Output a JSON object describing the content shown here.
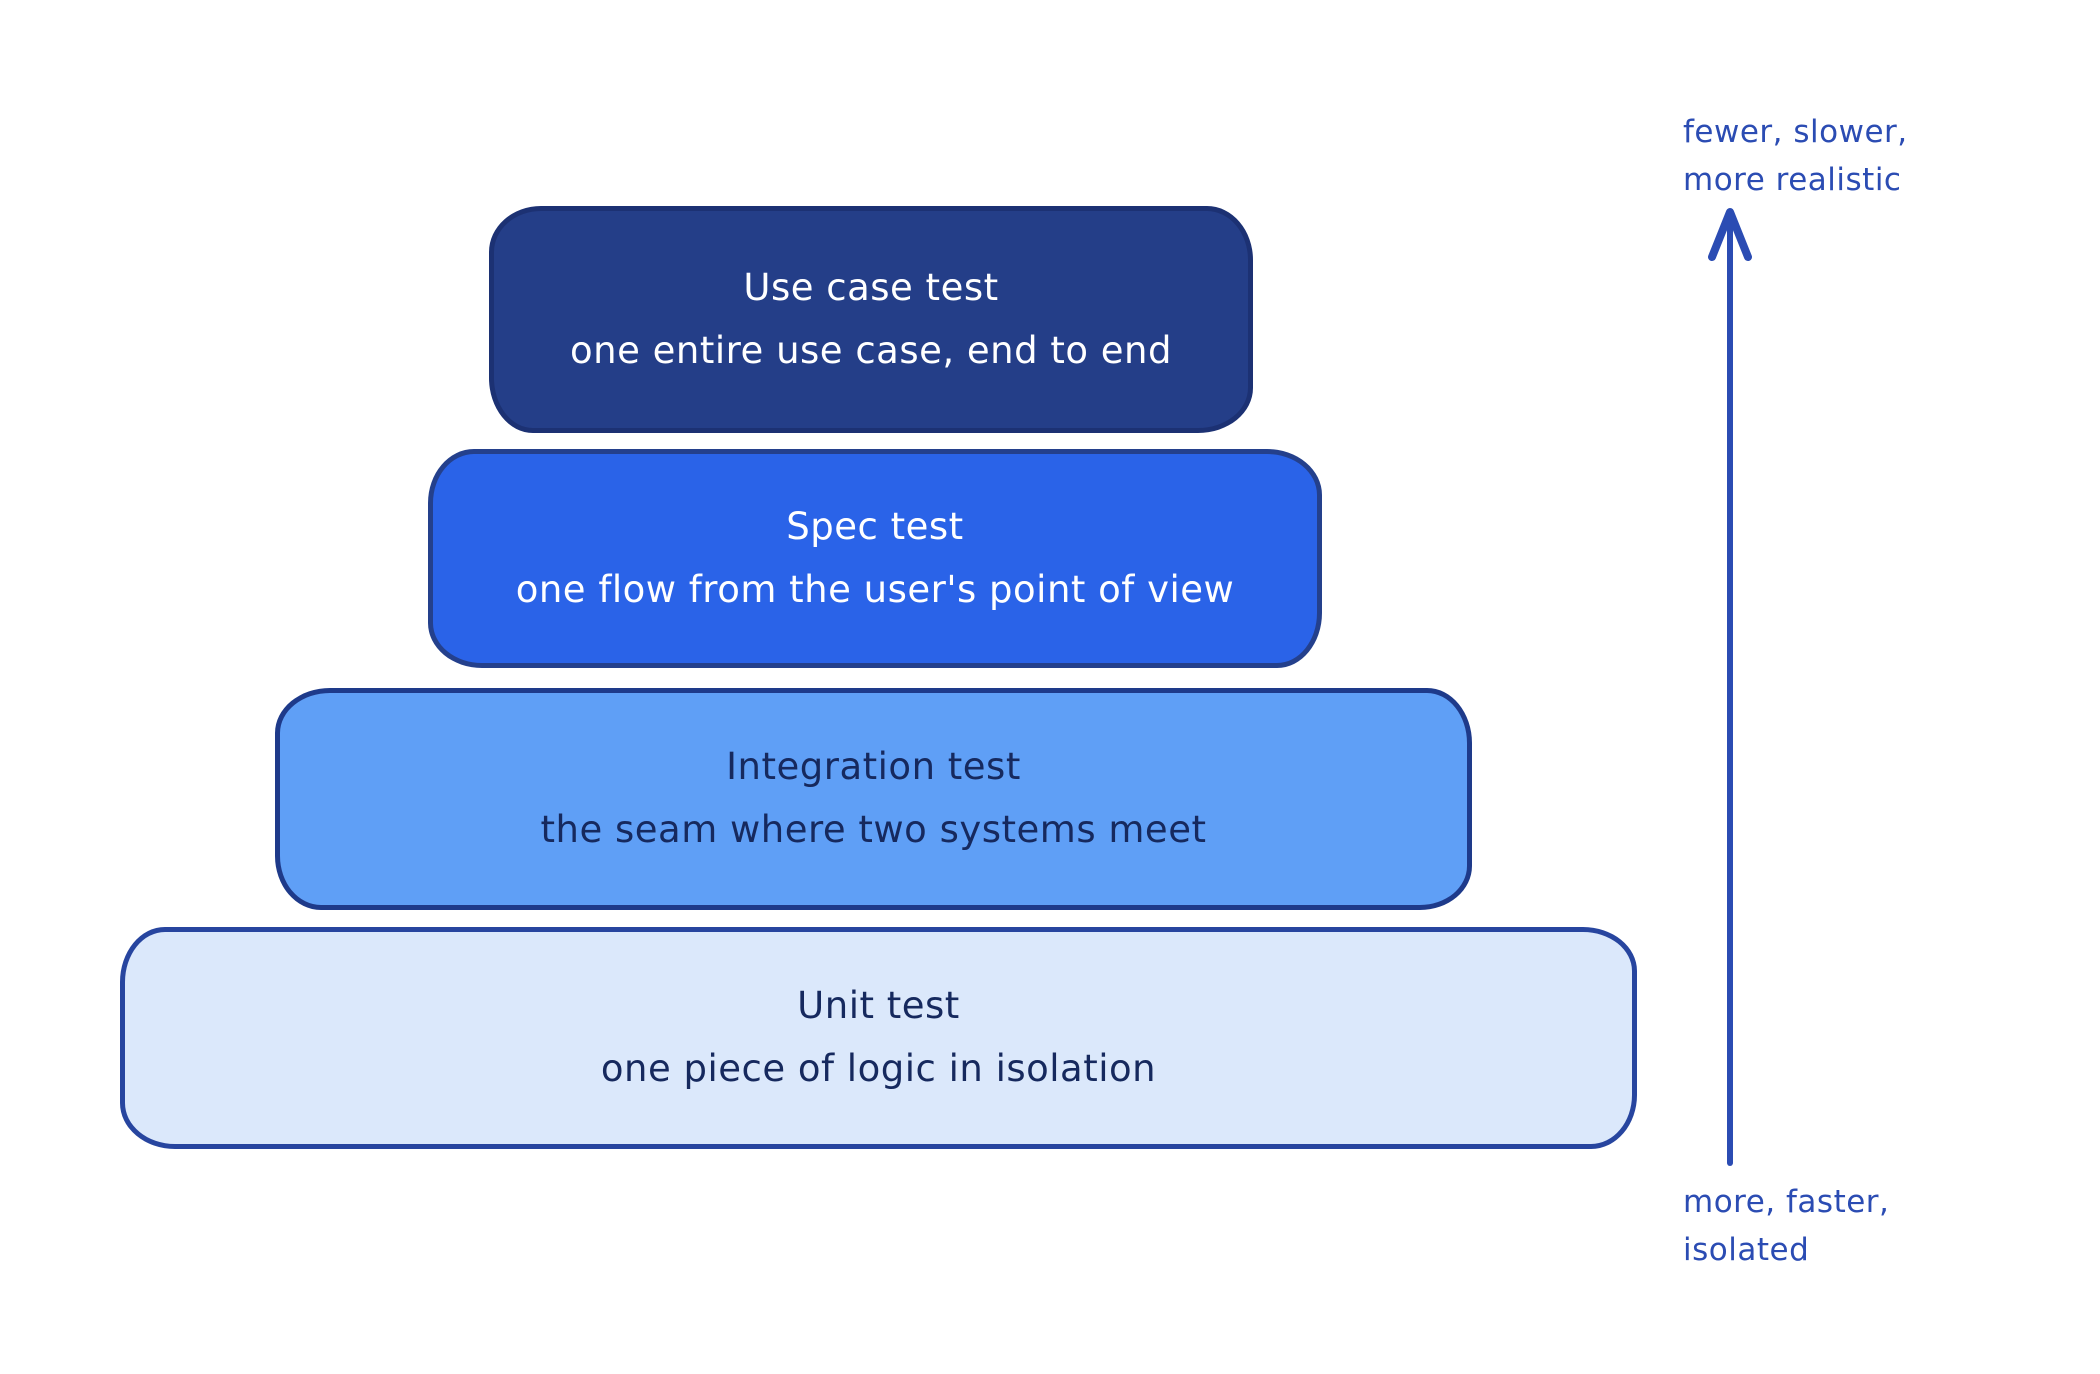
{
  "diagram": {
    "layers": [
      {
        "title": "Use case test",
        "subtitle": "one entire use case, end to end",
        "fill": "#243e88",
        "border": "#1c3173",
        "text_color": "#ffffff"
      },
      {
        "title": "Spec test",
        "subtitle": "one flow from the user's point of view",
        "fill": "#2a63e8",
        "border": "#24408c",
        "text_color": "#ffffff"
      },
      {
        "title": "Integration test",
        "subtitle": "the seam where two systems meet",
        "fill": "#5f9ff6",
        "border": "#1e3a8a",
        "text_color": "#16295e"
      },
      {
        "title": "Unit test",
        "subtitle": "one piece of logic in isolation",
        "fill": "#dbe8fb",
        "border": "#27459f",
        "text_color": "#16295e"
      }
    ],
    "axis": {
      "top_label_line1": "fewer, slower,",
      "top_label_line2": "more realistic",
      "bottom_label_line1": "more, faster,",
      "bottom_label_line2": "isolated",
      "arrow_color": "#2b4cb3",
      "label_color": "#2b4cb3"
    }
  }
}
